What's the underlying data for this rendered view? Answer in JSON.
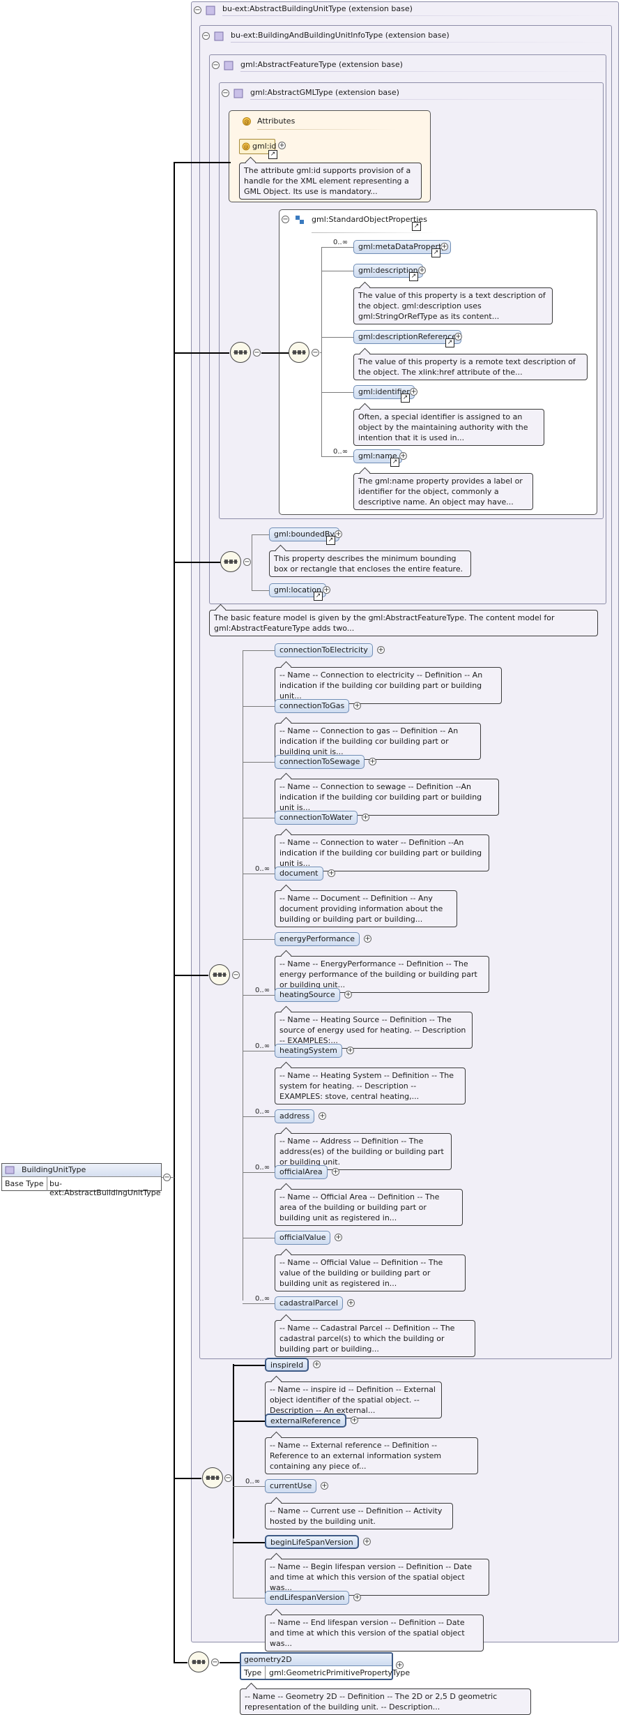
{
  "boxes": {
    "abstract_building_unit": "bu-ext:AbstractBuildingUnitType (extension base)",
    "building_and_building_unit_info": "bu-ext:BuildingAndBuildingUnitInfoType (extension base)",
    "abstract_feature": "gml:AbstractFeatureType (extension base)",
    "abstract_gml": "gml:AbstractGMLType (extension base)",
    "attributes": "Attributes",
    "standard_object_properties": "gml:StandardObjectProperties"
  },
  "attributes": {
    "gml_id": "gml:id",
    "gml_id_doc": "The attribute gml:id supports provision of a handle for the XML element representing a GML Object. Its use is mandatory..."
  },
  "standard_props": [
    {
      "name": "gml:metaDataProperty",
      "card": "0..∞",
      "doc": ""
    },
    {
      "name": "gml:description",
      "card": "",
      "doc": "The value of this property is a text description of the object. gml:description uses gml:StringOrRefType as its content..."
    },
    {
      "name": "gml:descriptionReference",
      "card": "",
      "doc": "The value of this property is a remote text description of the object. The xlink:href attribute of the..."
    },
    {
      "name": "gml:identifier",
      "card": "",
      "doc": "Often, a special identifier is assigned to an object by the maintaining authority with the intention that it is used in..."
    },
    {
      "name": "gml:name",
      "card": "0..∞",
      "doc": "The gml:name property provides a label or identifier for the object, commonly a descriptive name. An object may have..."
    }
  ],
  "feature_props": [
    {
      "name": "gml:boundedBy",
      "doc": "This property describes the minimum bounding box or rectangle that encloses the entire feature."
    },
    {
      "name": "gml:location",
      "doc": ""
    }
  ],
  "feature_doc": "The basic feature model is given by the gml:AbstractFeatureType. The content model for gml:AbstractFeatureType adds two...",
  "info_props": [
    {
      "name": "connectionToElectricity",
      "card": "",
      "doc": "-- Name -- Connection to electricity -- Definition -- An indication if the building cor building part or building unit..."
    },
    {
      "name": "connectionToGas",
      "card": "",
      "doc": "-- Name -- Connection to gas -- Definition -- An indication if the building cor building part or building unit is..."
    },
    {
      "name": "connectionToSewage",
      "card": "",
      "doc": "-- Name -- Connection to sewage -- Definition --An indication if the building cor building part or building unit is..."
    },
    {
      "name": "connectionToWater",
      "card": "",
      "doc": "-- Name -- Connection to water -- Definition --An indication if the building cor building part or building unit is..."
    },
    {
      "name": "document",
      "card": "0..∞",
      "doc": "-- Name -- Document -- Definition -- Any document providing information about the building or building part or building..."
    },
    {
      "name": "energyPerformance",
      "card": "",
      "doc": "-- Name -- EnergyPerformance -- Definition -- The energy performance of the building or building part or building unit..."
    },
    {
      "name": "heatingSource",
      "card": "0..∞",
      "doc": "-- Name -- Heating Source -- Definition -- The source of energy used for heating. -- Description -- EXAMPLES:..."
    },
    {
      "name": "heatingSystem",
      "card": "0..∞",
      "doc": "-- Name -- Heating System -- Definition -- The system for heating. -- Description -- EXAMPLES: stove, central heating,..."
    },
    {
      "name": "address",
      "card": "0..∞",
      "doc": "-- Name -- Address -- Definition -- The address(es) of the building or building part or building unit."
    },
    {
      "name": "officialArea",
      "card": "0..∞",
      "doc": "-- Name -- Official Area -- Definition -- The area of the building or building part or building unit as registered in..."
    },
    {
      "name": "officialValue",
      "card": "",
      "doc": "-- Name -- Official Value -- Definition -- The value of the building or building part or building unit as registered in..."
    },
    {
      "name": "cadastralParcel",
      "card": "0..∞",
      "doc": "-- Name -- Cadastral Parcel -- Definition -- The cadastral parcel(s) to which the building or building part or building..."
    }
  ],
  "unit_props": [
    {
      "name": "inspireId",
      "card": "",
      "doc": "-- Name -- inspire id -- Definition -- External object identifier of the spatial object. -- Description -- An external..."
    },
    {
      "name": "externalReference",
      "card": "",
      "doc": "-- Name -- External reference -- Definition -- Reference to an external information system containing any piece of..."
    },
    {
      "name": "currentUse",
      "card": "0..∞",
      "doc": "-- Name -- Current use -- Definition -- Activity hosted by the building unit."
    },
    {
      "name": "beginLifeSpanVersion",
      "card": "",
      "doc": "-- Name -- Begin lifespan version -- Definition -- Date and time at which this version of the spatial object was..."
    },
    {
      "name": "endLifespanVersion",
      "card": "",
      "doc": "-- Name -- End lifespan version -- Definition -- Date and time at which this version of the spatial object was..."
    }
  ],
  "root": {
    "name": "BuildingUnitType",
    "base_label": "Base Type",
    "base_value": "bu-ext:AbstractBuildingUnitType"
  },
  "geometry": {
    "name": "geometry2D",
    "type_label": "Type",
    "type_value": "gml:GeometricPrimitivePropertyType",
    "doc": "-- Name -- Geometry 2D -- Definition -- The 2D or 2,5 D geometric representation of the building unit. -- Description..."
  }
}
